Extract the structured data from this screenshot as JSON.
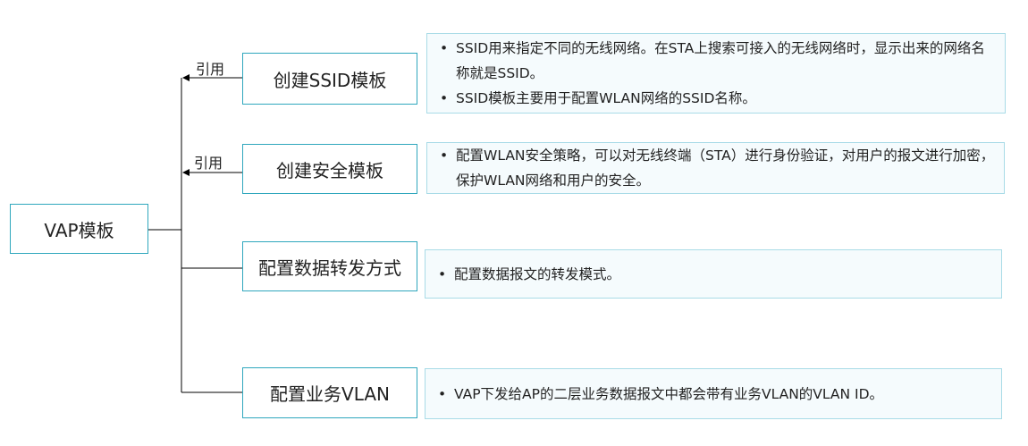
{
  "root": {
    "label": "VAP模板"
  },
  "branches": [
    {
      "label": "创建SSID模板",
      "edge_label": "引用",
      "bullets": [
        "SSID用来指定不同的无线网络。在STA上搜索可接入的无线网络时，显示出来的网络名称就是SSID。",
        "SSID模板主要用于配置WLAN网络的SSID名称。"
      ]
    },
    {
      "label": "创建安全模板",
      "edge_label": "引用",
      "bullets": [
        "配置WLAN安全策略，可以对无线终端（STA）进行身份验证，对用户的报文进行加密，保护WLAN网络和用户的安全。"
      ]
    },
    {
      "label": "配置数据转发方式",
      "bullets": [
        "配置数据报文的转发模式。"
      ]
    },
    {
      "label": "配置业务VLAN",
      "bullets": [
        "VAP下发给AP的二层业务数据报文中都会带有业务VLAN的VLAN ID。"
      ]
    }
  ],
  "colors": {
    "box_border": "#2fa7bd",
    "desc_border": "#a9dbe7",
    "desc_bg": "#f5fbfd",
    "line": "#000000"
  }
}
